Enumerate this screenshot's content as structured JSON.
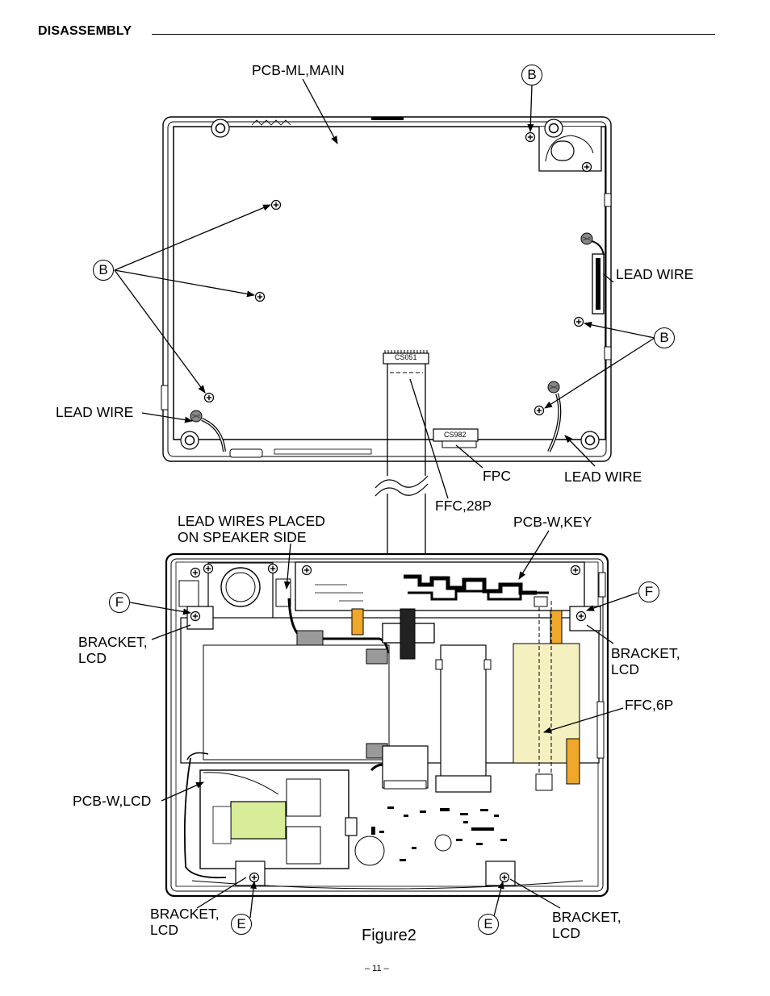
{
  "header": {
    "title": "DISASSEMBLY"
  },
  "labels": {
    "pcb_ml_main": "PCB-ML,MAIN",
    "lead_wire_right": "LEAD WIRE",
    "lead_wire_left": "LEAD WIRE",
    "lead_wire_bottom": "LEAD WIRE",
    "fpc": "FPC",
    "ffc_28p": "FFC,28P",
    "lead_wires_speaker": "LEAD WIRES PLACED\nON SPEAKER SIDE",
    "pcb_w_key": "PCB-W,KEY",
    "bracket_lcd_left": "BRACKET,\nLCD",
    "bracket_lcd_right": "BRACKET,\nLCD",
    "ffc_6p": "FFC,6P",
    "pcb_w_lcd": "PCB-W,LCD",
    "bracket_lcd_bottom_left": "BRACKET,\nLCD",
    "bracket_lcd_bottom_right": "BRACKET,\nLCD"
  },
  "connectors": {
    "cs051": "CS051",
    "cs982": "CS982"
  },
  "callouts": {
    "b_top": "B",
    "b_left": "B",
    "b_right": "B",
    "f_left": "F",
    "f_right": "F",
    "e_left": "E",
    "e_right": "E"
  },
  "caption": "Figure2",
  "page_number": "– 11 –",
  "colors": {
    "ffc_6p_fill": "#f5f0c0",
    "lcd_chip_fill": "#d8ec9a",
    "tape_orange": "#f0a82a",
    "gray_block": "#9a9a9a"
  }
}
